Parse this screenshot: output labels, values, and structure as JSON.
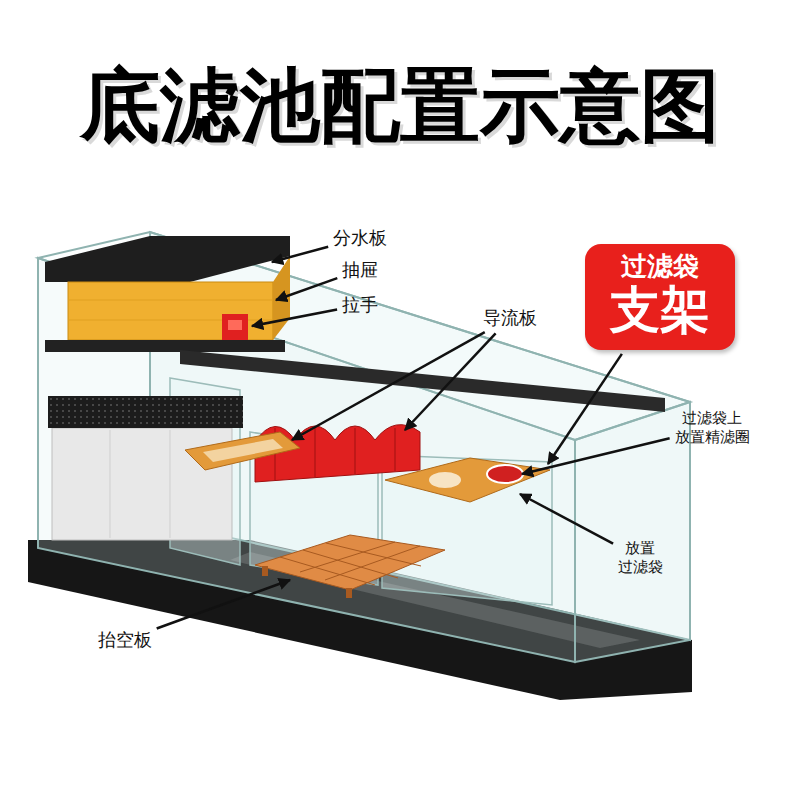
{
  "diagram": {
    "title": "底滤池配置示意图",
    "nodes": [
      {
        "text": [
          "过滤袋",
          "支架"
        ]
      }
    ],
    "labels": [
      "分水板",
      "抽屉",
      "拉手",
      "导流板",
      "过滤袋上 放置精滤圈",
      "放置 过滤袋",
      "抬空板"
    ]
  }
}
